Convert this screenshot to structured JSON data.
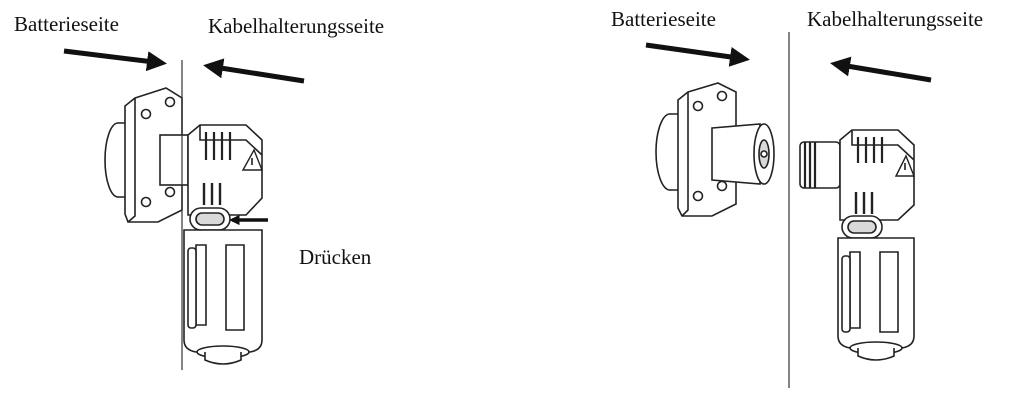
{
  "left_panel": {
    "battery_side_label": "Batterieseite",
    "cable_holder_side_label": "Kabelhalterungsseite",
    "press_label": "Drücken"
  },
  "right_panel": {
    "battery_side_label": "Batterieseite",
    "cable_holder_side_label": "Kabelhalterungsseite"
  },
  "colors": {
    "line": "#222222",
    "arrow": "#111111",
    "fill": "#ffffff",
    "shade": "#d9d9d9"
  }
}
